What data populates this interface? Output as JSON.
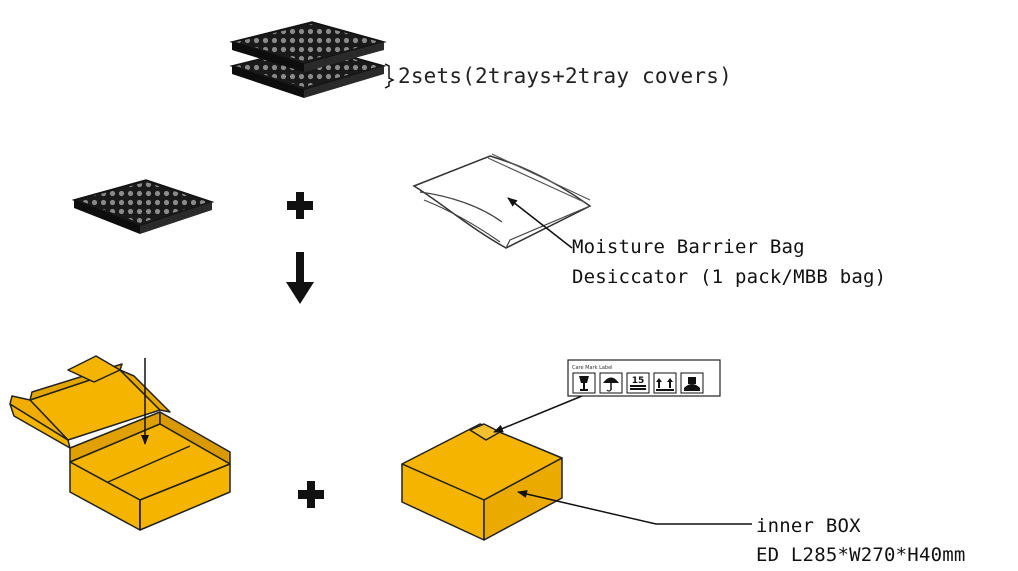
{
  "labels": {
    "tray_sets": "2sets(2trays+2tray covers)",
    "mbb_line1": "Moisture Barrier Bag",
    "mbb_line2": "Desiccator (1 pack/MBB bag)",
    "box_line1": "inner BOX",
    "box_line2": "ED L285*W270*H40mm"
  },
  "operators": {
    "plus": "+",
    "down_arrow": "↓"
  },
  "shipping_label": {
    "header": "Care Mark Label",
    "icons": [
      "fragile-icon",
      "keep-dry-icon",
      "stacking-limit-15-icon",
      "this-way-up-icon",
      "handle-with-care-icon"
    ],
    "stack_limit": "15"
  },
  "colors": {
    "box_fill": "#F5B400",
    "box_stroke": "#222222",
    "tray_fill": "#1a1a1a",
    "tray_dot": "#8a8a8a"
  }
}
